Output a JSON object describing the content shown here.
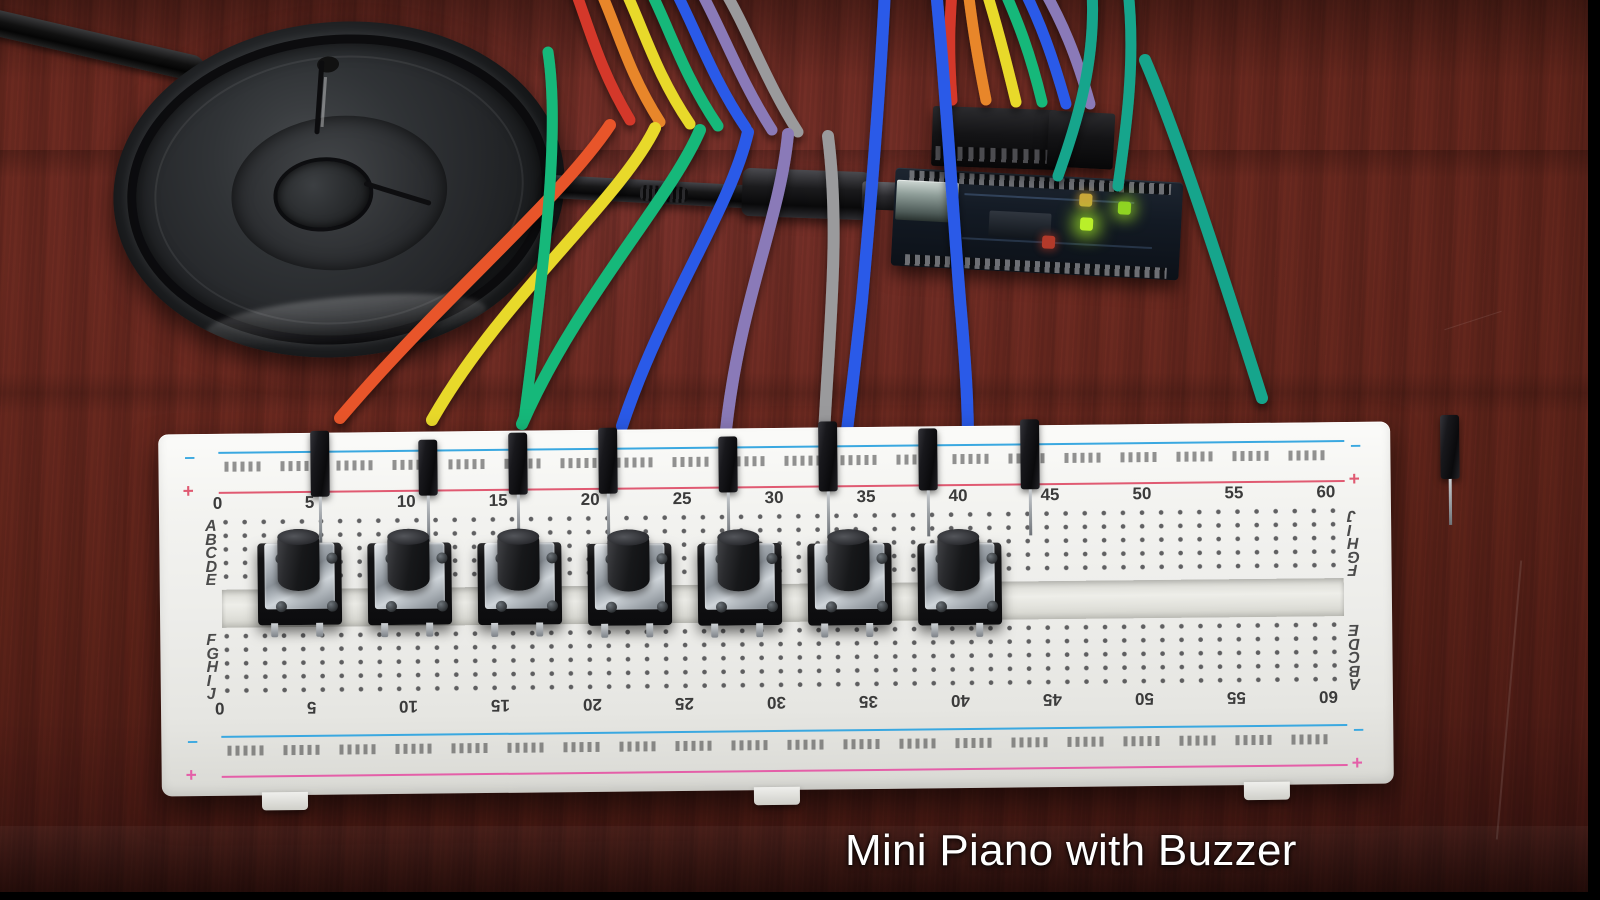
{
  "scene": {
    "title": "Mini Piano with Buzzer",
    "surface": "dark-mahogany-wood-desk",
    "desk_color": "#5b2219"
  },
  "caption": {
    "text": "Mini Piano with Buzzer"
  },
  "components": {
    "speaker": {
      "label": "buzzer-speaker",
      "shape": "round",
      "color": "#2c2e31"
    },
    "microcontroller": {
      "label": "arduino-nano-board",
      "color": "#131a24"
    },
    "usb_cable": {
      "label": "usb-programming-cable",
      "color": "#111111"
    },
    "breadboard": {
      "label": "solderless-breadboard",
      "color": "#f2f2ef",
      "tie_points": "830"
    },
    "push_buttons": {
      "label": "tactile-push-button",
      "count": 7,
      "color": "#141416"
    }
  },
  "breadboard": {
    "top_numbers": [
      "0",
      "5",
      "10",
      "15",
      "20",
      "25",
      "30",
      "35",
      "40",
      "45",
      "50",
      "55",
      "60"
    ],
    "bottom_numbers": [
      "60",
      "55",
      "50",
      "45",
      "40",
      "35",
      "30",
      "25",
      "20",
      "15",
      "10",
      "5",
      "0"
    ],
    "rows_upper": [
      "A",
      "B",
      "C",
      "D",
      "E"
    ],
    "rows_lower": [
      "F",
      "G",
      "H",
      "I",
      "J"
    ],
    "rows_right_upper": [
      "J",
      "I",
      "H",
      "G",
      "F"
    ],
    "rows_right_lower": [
      "E",
      "D",
      "C",
      "B",
      "A"
    ],
    "rail_minus": "–",
    "rail_plus": "+",
    "rail_minus_color": "#3aa8e0",
    "rail_plus_color": "#e05a72",
    "bottom_rail_plus_color": "#e45fa8"
  },
  "wires": [
    {
      "name": "wire-orange",
      "color": "#e8552a",
      "role": "signal"
    },
    {
      "name": "wire-yellow",
      "color": "#e8d92a",
      "role": "signal"
    },
    {
      "name": "wire-green",
      "color": "#16b87a",
      "role": "signal"
    },
    {
      "name": "wire-blue",
      "color": "#2a5ae8",
      "role": "signal"
    },
    {
      "name": "wire-purple",
      "color": "#8a7ab8",
      "role": "signal"
    },
    {
      "name": "wire-gray",
      "color": "#9a9a9c",
      "role": "signal"
    },
    {
      "name": "wire-teal",
      "color": "#17a58c",
      "role": "ground"
    },
    {
      "name": "wire-red",
      "color": "#d4392a",
      "role": "power"
    },
    {
      "name": "jumper-blue",
      "color": "#3a4ad0",
      "role": "ground-link"
    }
  ],
  "leds": [
    {
      "name": "power-led",
      "color": "#b9ef2a",
      "state": "on"
    },
    {
      "name": "status-led",
      "color": "#8fd422",
      "state": "on"
    }
  ]
}
